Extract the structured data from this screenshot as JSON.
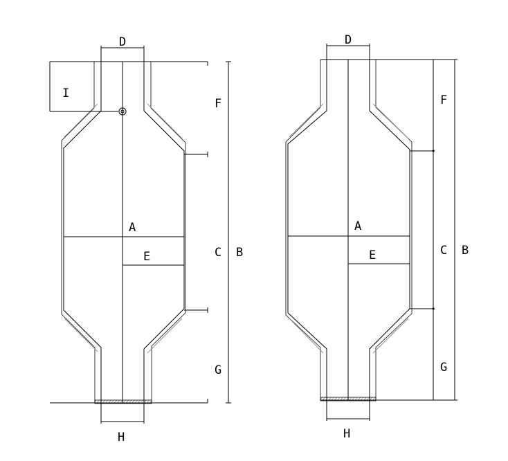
{
  "diagram": {
    "left_drawing": {
      "labels": {
        "A": "A",
        "B": "B",
        "C": "C",
        "D": "D",
        "E": "E",
        "F": "F",
        "G": "G",
        "H": "H",
        "I": "I"
      }
    },
    "right_drawing": {
      "labels": {
        "A": "A",
        "B": "B",
        "C": "C",
        "D": "D",
        "E": "E",
        "F": "F",
        "G": "G",
        "H": "H"
      }
    },
    "colors": {
      "line": "#000000",
      "hatch": "#8c8c8c",
      "background": "#ffffff"
    }
  }
}
